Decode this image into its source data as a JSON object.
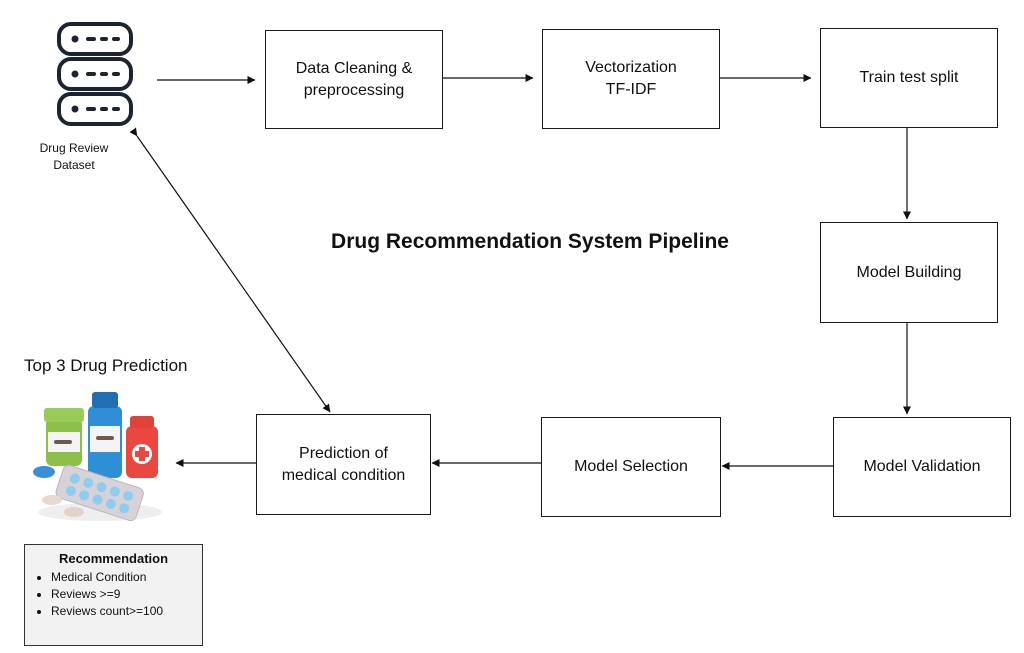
{
  "title": "Drug Recommendation System Pipeline",
  "dataset": {
    "line1": "Drug Review",
    "line2": "Dataset"
  },
  "steps": {
    "cleaning": {
      "line1": "Data Cleaning &",
      "line2": "preprocessing"
    },
    "vectorization": {
      "line1": "Vectorization",
      "line2": "TF-IDF"
    },
    "split": {
      "line1": "Train test split"
    },
    "building": {
      "line1": "Model Building"
    },
    "validation": {
      "line1": "Model Validation"
    },
    "selection": {
      "line1": "Model Selection"
    },
    "prediction": {
      "line1": "Prediction of",
      "line2": "medical condition"
    }
  },
  "output_label": "Top 3 Drug Prediction",
  "recommendation": {
    "title": "Recommendation",
    "items": [
      "Medical Condition",
      "Reviews >=9",
      "Reviews count>=100"
    ]
  },
  "icons": {
    "dataset": "database-icon",
    "drugs": "medicine-bottles-pills-icon"
  },
  "colors": {
    "line": "#111111",
    "box_border": "#1a1a1a",
    "recommendation_bg": "#f2f2f2"
  }
}
